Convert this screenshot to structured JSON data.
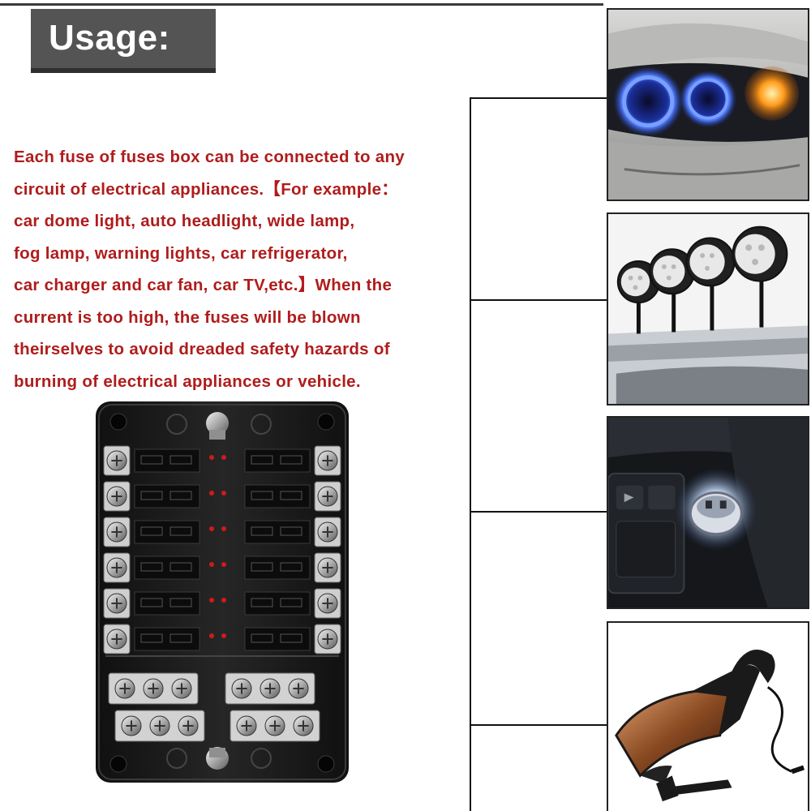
{
  "header": {
    "title": "Usage:"
  },
  "description": {
    "lines": [
      "Each fuse of fuses box can be connected to any",
      "circuit of electrical appliances.【For example：",
      "car dome light, auto headlight, wide lamp,",
      "fog lamp, warning lights, car refrigerator,",
      "car charger and car fan, car TV,etc.】When the",
      "current is too high, the fuses will be blown",
      "theirselves to avoid dreaded safety hazards of",
      "burning of electrical appliances or vehicle."
    ]
  },
  "fuse_box": {
    "rows": 6,
    "columns": 2
  },
  "photos": [
    {
      "subject": "auto-headlight"
    },
    {
      "subject": "roof-work-lights"
    },
    {
      "subject": "car-charger-socket"
    },
    {
      "subject": "handheld-car-vacuum"
    }
  ],
  "colors": {
    "description_text": "#b01c1c",
    "banner_bg": "#545454",
    "banner_text": "#ffffff",
    "fusebox_body": "#1c1c1c",
    "indicator_led": "#d11a1a"
  }
}
